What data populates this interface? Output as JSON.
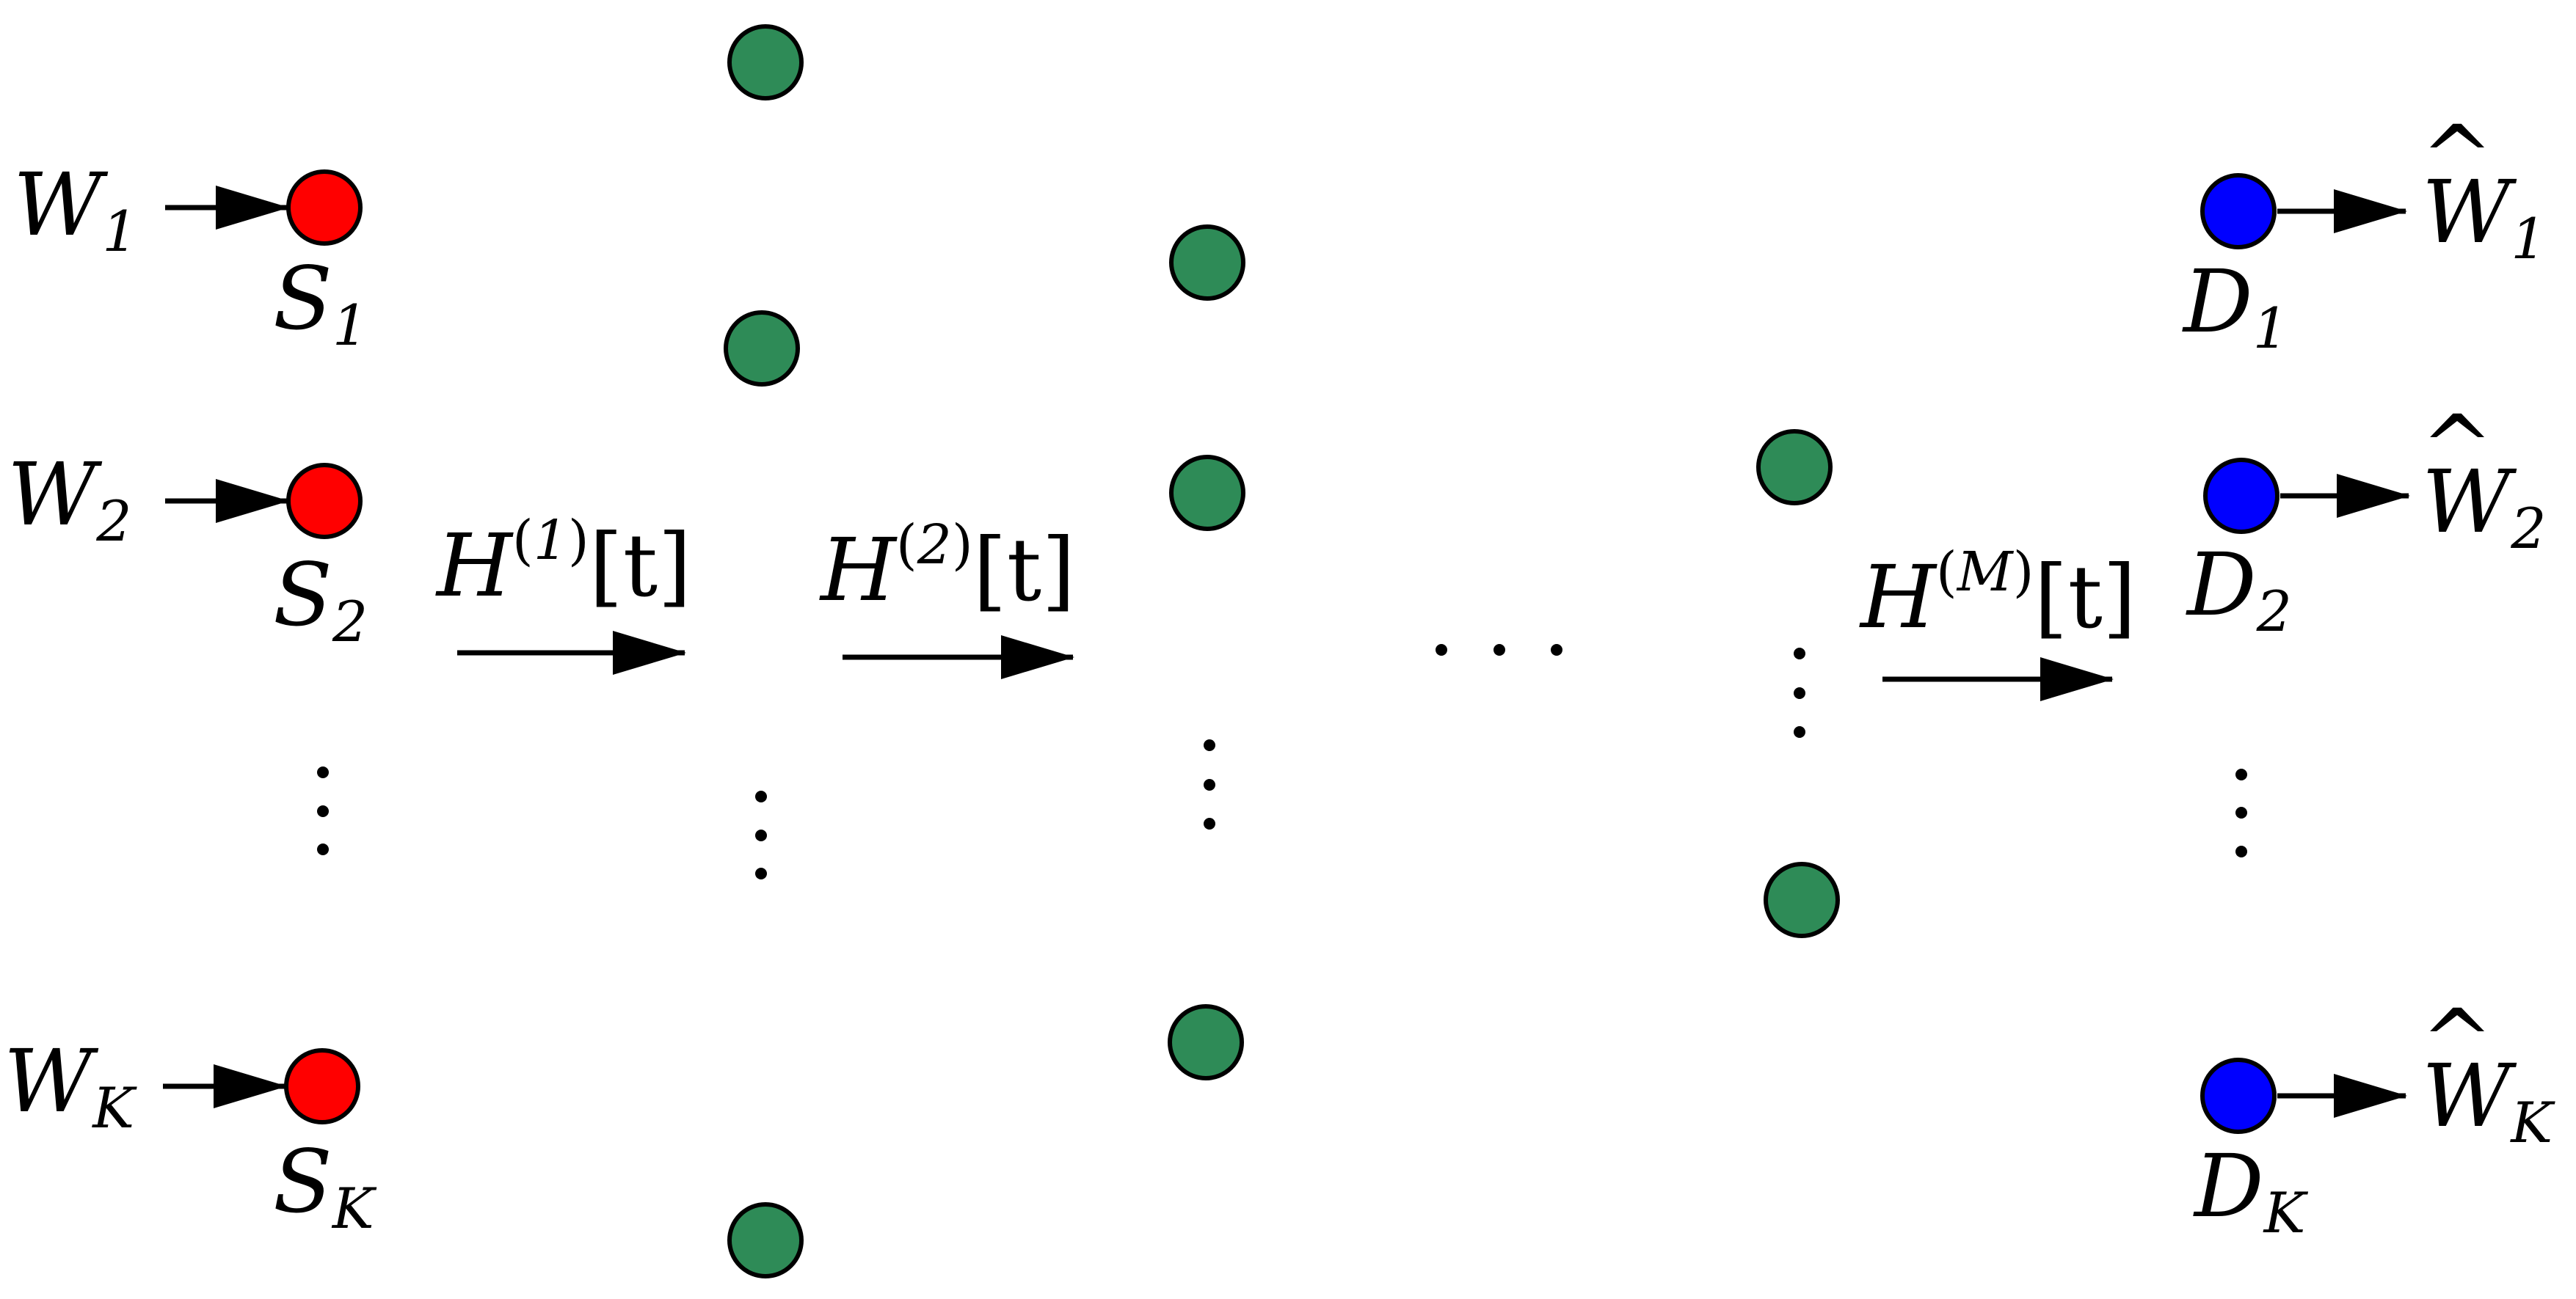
{
  "colors": {
    "source": "#ff0000",
    "relay": "#2e8b57",
    "destination": "#0000ff",
    "stroke": "#000000"
  },
  "inputs": [
    {
      "base": "W",
      "sub": "1"
    },
    {
      "base": "W",
      "sub": "2"
    },
    {
      "base": "W",
      "sub": "K"
    }
  ],
  "sources": [
    {
      "base": "S",
      "sub": "1"
    },
    {
      "base": "S",
      "sub": "2"
    },
    {
      "base": "S",
      "sub": "K"
    }
  ],
  "destinations": [
    {
      "base": "D",
      "sub": "1"
    },
    {
      "base": "D",
      "sub": "2"
    },
    {
      "base": "D",
      "sub": "K"
    }
  ],
  "outputs": [
    {
      "base": "W",
      "hat": "^",
      "sub": "1"
    },
    {
      "base": "W",
      "hat": "^",
      "sub": "2"
    },
    {
      "base": "W",
      "hat": "^",
      "sub": "K"
    }
  ],
  "channels": [
    {
      "base": "H",
      "open": "(",
      "sup": "1",
      "close": ")",
      "arg": "[t]"
    },
    {
      "base": "H",
      "open": "(",
      "sup": "2",
      "close": ")",
      "arg": "[t]"
    },
    {
      "base": "H",
      "open": "(",
      "sup": "M",
      "close": ")",
      "arg": "[t]"
    }
  ]
}
